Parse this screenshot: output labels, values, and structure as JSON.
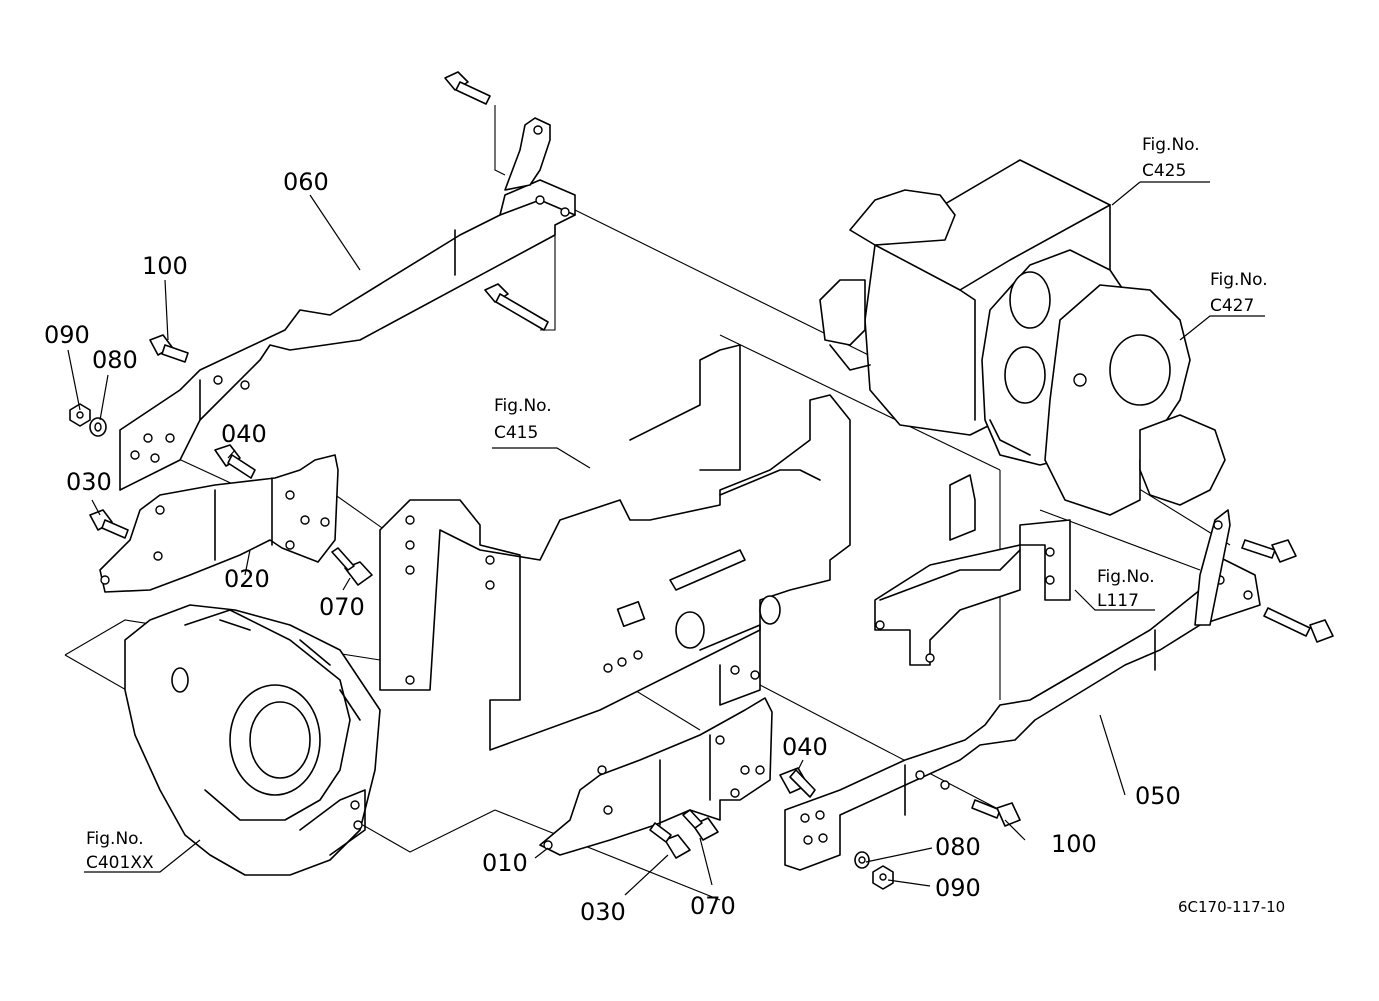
{
  "labels": {
    "p010": "010",
    "p020": "020",
    "p030a": "030",
    "p030b": "030",
    "p040a": "040",
    "p040b": "040",
    "p050": "050",
    "p060": "060",
    "p070a": "070",
    "p070b": "070",
    "p080a": "080",
    "p080b": "080",
    "p090a": "090",
    "p090b": "090",
    "p100a": "100",
    "p100b": "100"
  },
  "figrefs": {
    "c415": {
      "title": "Fig.No.",
      "code": "C415"
    },
    "c425": {
      "title": "Fig.No.",
      "code": "C425"
    },
    "c427": {
      "title": "Fig.No.",
      "code": "C427"
    },
    "l117": {
      "title": "Fig.No.",
      "code": "L117"
    },
    "c401": {
      "title": "Fig.No.",
      "code": "C401XX"
    }
  },
  "drawing_code": "6C170-117-10"
}
